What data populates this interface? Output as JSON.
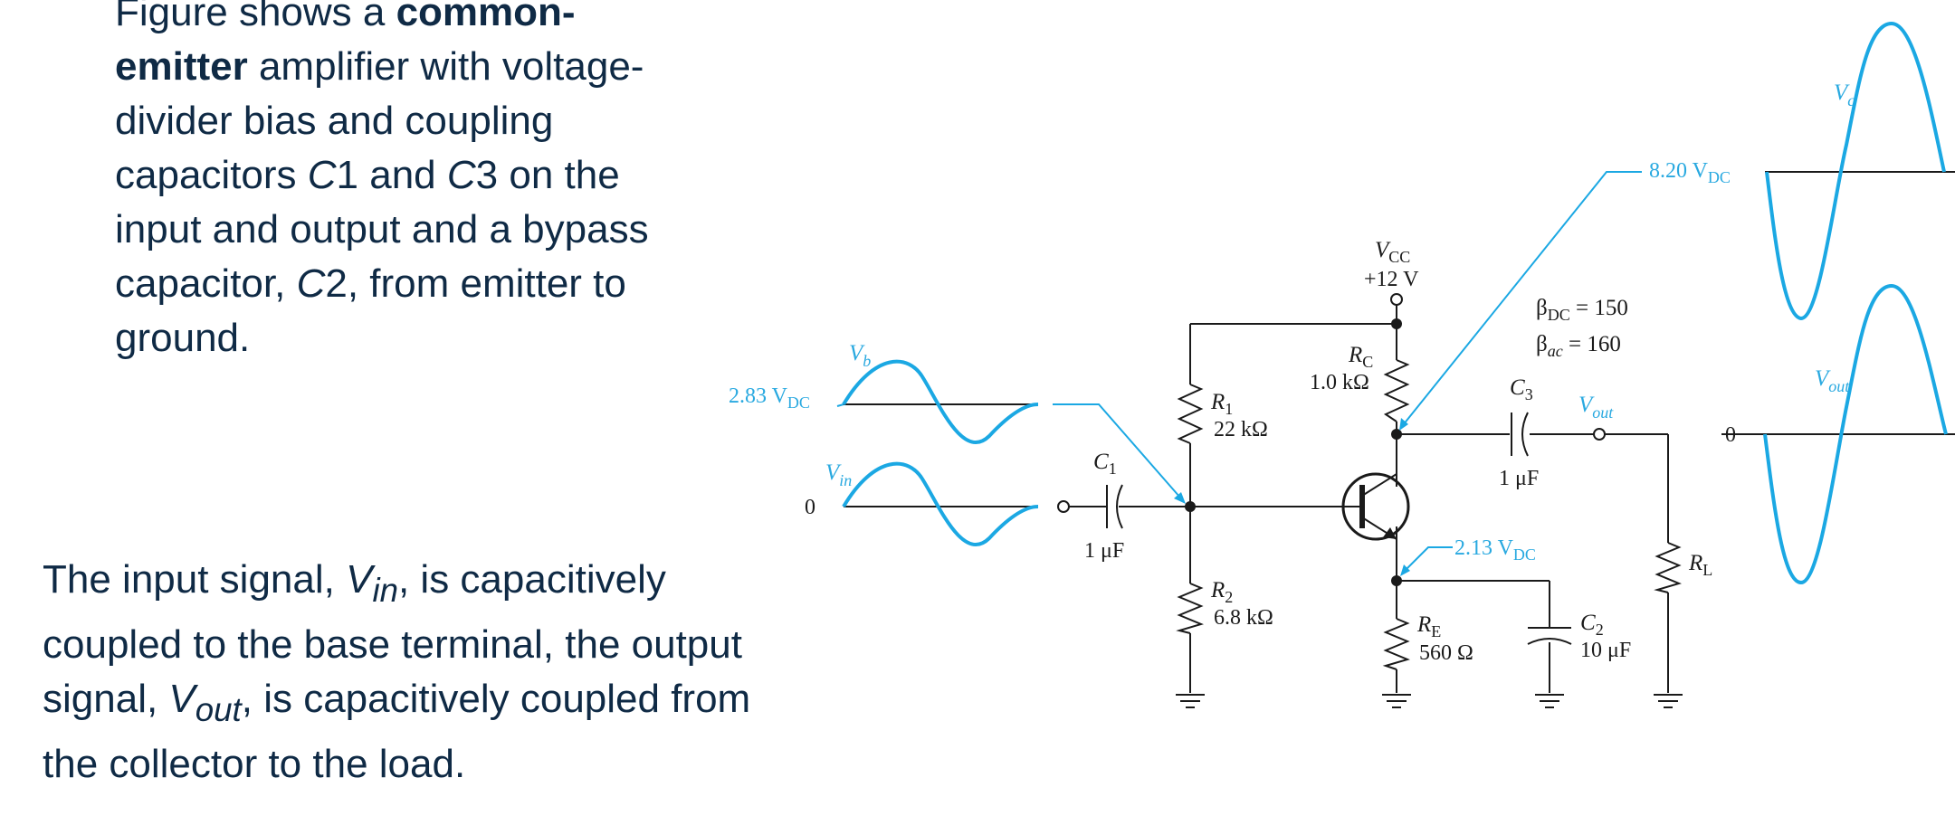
{
  "text": {
    "p1_a": "Figure shows a ",
    "p1_bold": "common-emitter",
    "p1_b": " amplifier with voltage-divider bias and coupling capacitors ",
    "p1_c1": "C",
    "p1_c1n": "1 and ",
    "p1_c3": "C",
    "p1_c3n": "3 on the input and output and a bypass capacitor, ",
    "p1_c2": "C",
    "p1_c2n": "2, from emitter to ground.",
    "p2_a": "The input signal, ",
    "p2_vin": "V",
    "p2_vin_sub": "in",
    "p2_b": ", is capacitively coupled to the base terminal, the output signal, ",
    "p2_vout": "V",
    "p2_vout_sub": "out",
    "p2_c": ", is capacitively coupled from the collector to the load."
  },
  "circuit": {
    "vcc_main": "V",
    "vcc_sub": "CC",
    "vcc_value": "+12 V",
    "rc_main": "R",
    "rc_sub": "C",
    "rc_value": "1.0 kΩ",
    "r1_main": "R",
    "r1_sub": "1",
    "r1_value": "22 kΩ",
    "r2_main": "R",
    "r2_sub": "2",
    "r2_value": "6.8 kΩ",
    "re_main": "R",
    "re_sub": "E",
    "re_value": "560 Ω",
    "c1_main": "C",
    "c1_sub": "1",
    "c1_value": "1 μF",
    "c2_main": "C",
    "c2_sub": "2",
    "c2_value": "10 μF",
    "c3_main": "C",
    "c3_sub": "3",
    "c3_value": "1 μF",
    "rl_main": "R",
    "rl_sub": "L",
    "beta_dc_main": "β",
    "beta_dc_sub": "DC",
    "beta_dc_val": " = 150",
    "beta_ac_main": "β",
    "beta_ac_sub": "ac",
    "beta_ac_val": " = 160",
    "vout_main": "V",
    "vout_sub": "out"
  },
  "waveforms": {
    "vb_main": "V",
    "vb_sub": "b",
    "vin_main": "V",
    "vin_sub": "in",
    "vc_main": "V",
    "vc_sub": "c",
    "vout_main": "V",
    "vout_sub": "out",
    "dc_base": "2.83 V",
    "dc_base_sub": "DC",
    "dc_base_zero": "0",
    "dc_coll": "8.20 V",
    "dc_coll_sub": "DC",
    "dc_coll_zero": "0",
    "dc_emit": "2.13 V",
    "dc_emit_sub": "DC"
  }
}
